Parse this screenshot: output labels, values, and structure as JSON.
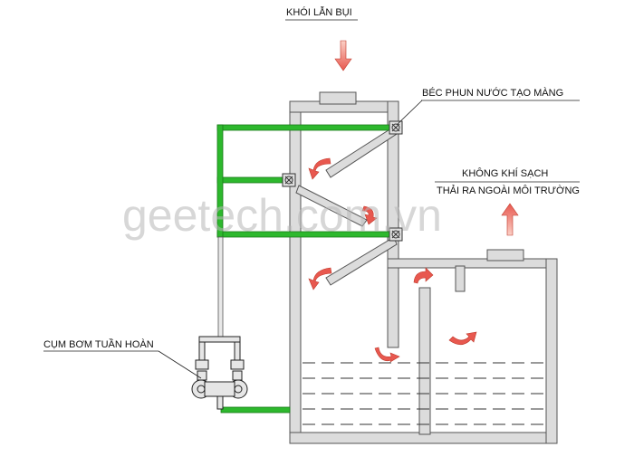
{
  "labels": {
    "smoke_inlet": "KHÓI LẪN BỤI",
    "spray_nozzle": "BÉC PHUN NƯỚC TẠO MÀNG",
    "clean_air_line1": "KHÔNG KHÍ SẠCH",
    "clean_air_line2": "THẢI RA NGOÀI MÔI TRƯỜNG",
    "pump_unit": "CỤM BƠM TUẦN HOÀN"
  },
  "watermark": "geetech.com.vn",
  "colors": {
    "wall_fill": "#dcdcdc",
    "wall_stroke": "#555555",
    "pipe_green": "#2db82d",
    "arrow_red": "#e8584f",
    "arrow_light": "#f7c3b8",
    "water_line": "#333333"
  },
  "icons": [
    "down-arrow-icon",
    "up-arrow-icon",
    "curved-flow-arrow-icon",
    "nozzle-icon",
    "pump-icon"
  ]
}
